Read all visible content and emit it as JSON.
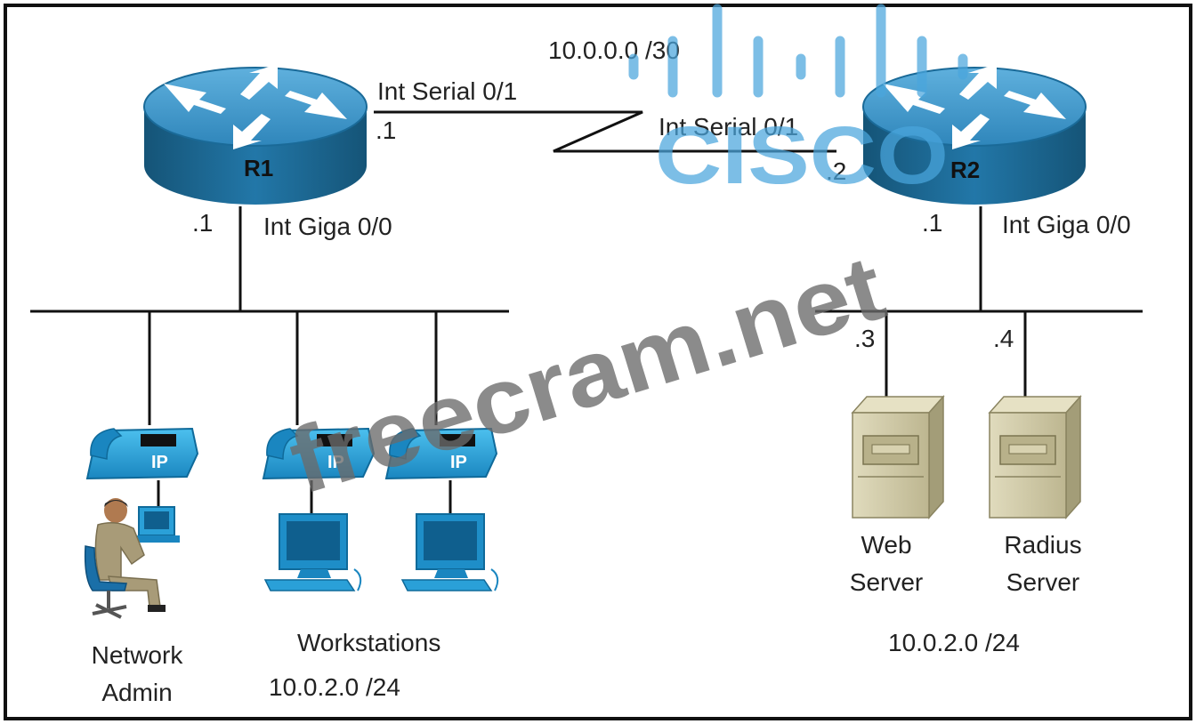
{
  "subnet_wan": "10.0.0.0 /30",
  "r1": {
    "name": "R1",
    "serial_label": "Int Serial 0/1",
    "serial_ip": ".1",
    "giga_ip": ".1",
    "giga_label": "Int Giga 0/0"
  },
  "r2": {
    "name": "R2",
    "serial_label": "Int Serial 0/1",
    "serial_ip": ".2",
    "giga_ip": ".1",
    "giga_label": "Int Giga 0/0"
  },
  "lan_left": {
    "admin_line1": "Network",
    "admin_line2": "Admin",
    "workstations": "Workstations",
    "subnet": "10.0.2.0 /24",
    "phone_label": "IP"
  },
  "lan_right": {
    "web_ip": ".3",
    "radius_ip": ".4",
    "web_line1": "Web",
    "web_line2": "Server",
    "radius_line1": "Radius",
    "radius_line2": "Server",
    "subnet": "10.0.2.0 /24"
  },
  "watermarks": {
    "brand": "CISCO",
    "site": "freecram.net"
  },
  "colors": {
    "router_blue": "#1f6e9c",
    "router_top": "#3a8fc2",
    "phone_blue": "#2aa0d8",
    "server_beige": "#cfc9a6",
    "line": "#111111",
    "cisco_watermark": "#4aa6dd",
    "site_watermark": "#6b6b6b"
  }
}
